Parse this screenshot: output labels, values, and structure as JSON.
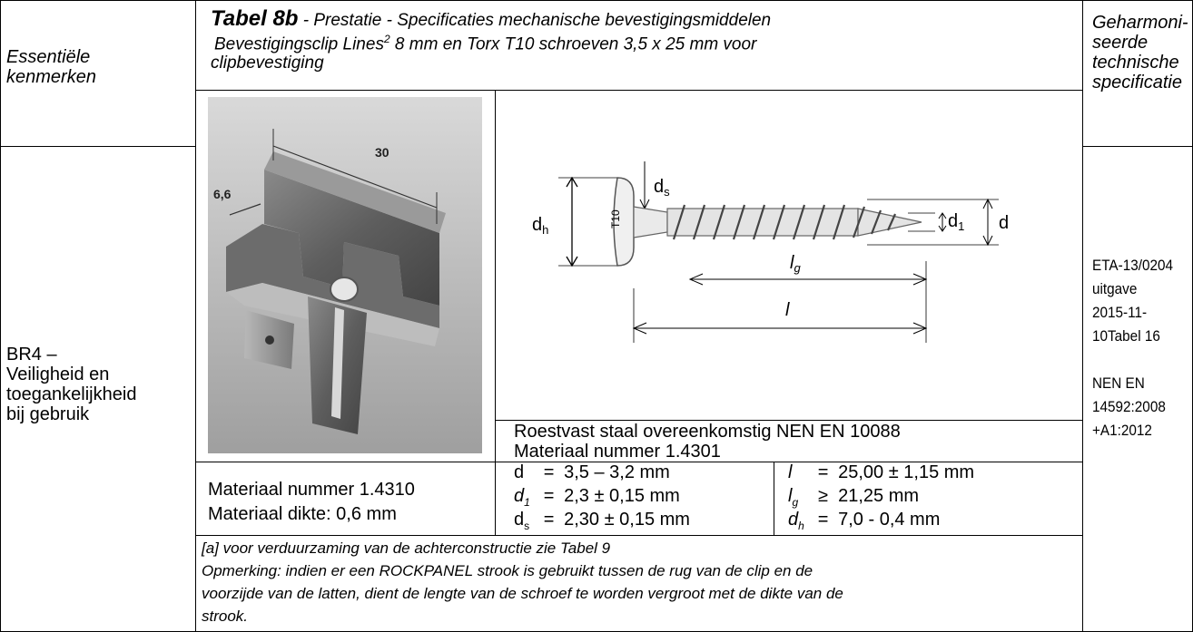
{
  "col1": {
    "header_lines": [
      "Essentiële",
      "kenmerken"
    ],
    "body_lines": [
      "BR4 –",
      "Veiligheid en",
      "toegankelijkheid",
      "bij gebruik"
    ]
  },
  "title": {
    "bold": "Tabel 8b",
    "line1_rest": " - Prestatie - Specificaties mechanische bevestigingsmiddelen",
    "line2_a": "Bevestigingsclip Lines",
    "line2_sup": "2",
    "line2_b": " 8 mm en Torx T10 schroeven 3,5 x 25 mm voor",
    "line3": "clipbevestiging"
  },
  "col4": {
    "header_lines": [
      "Geharmoni-",
      "seerde",
      "technische",
      "specificatie"
    ],
    "body_lines": [
      "ETA-13/0204",
      "uitgave",
      "2015-11-",
      "10Tabel 16",
      "",
      "NEN EN",
      "14592:2008",
      "+A1:2012"
    ]
  },
  "clip_figure": {
    "dim_30": "30",
    "dim_6_6": "6,6"
  },
  "screw_figure": {
    "label_ds": "d",
    "label_ds_sub": "s",
    "label_dh": "d",
    "label_dh_sub": "h",
    "label_t10": "T10",
    "label_d1": "d",
    "label_d1_sub": "1",
    "label_d": "d",
    "label_lg": "l",
    "label_lg_sub": "g",
    "label_l": "l"
  },
  "screw_material": {
    "line1": "Roestvast staal overeenkomstig NEN EN 10088",
    "line2": "Materiaal nummer 1.4301"
  },
  "clip_material": {
    "line1": "Materiaal nummer 1.4310",
    "line2": "Materiaal dikte: 0,6 mm"
  },
  "specs_left": [
    {
      "sym": "d",
      "sub": "",
      "rel": "=",
      "val": "3,5 – 3,2 mm"
    },
    {
      "sym": "d",
      "sub": "1",
      "rel": "=",
      "val": "2,3 ± 0,15 mm"
    },
    {
      "sym": "d",
      "sub": "s",
      "rel": "=",
      "val": "2,30 ± 0,15 mm"
    }
  ],
  "specs_right": [
    {
      "sym": "l",
      "sub": "",
      "rel": "=",
      "val": "25,00 ± 1,15 mm"
    },
    {
      "sym": "l",
      "sub": "g",
      "rel": "≥",
      "val": "21,25 mm"
    },
    {
      "sym": "d",
      "sub": "h",
      "rel": "=",
      "val": "7,0  - 0,4 mm"
    }
  ],
  "notes": {
    "line1": "[a] voor verduurzaming van de achterconstructie zie Tabel 9",
    "line2": "Opmerking: indien er een ROCKPANEL strook is gebruikt tussen de rug van de clip en de",
    "line3": "voorzijde van de latten, dient de lengte van de schroef te worden vergroot met de dikte van de",
    "line4": "strook."
  }
}
